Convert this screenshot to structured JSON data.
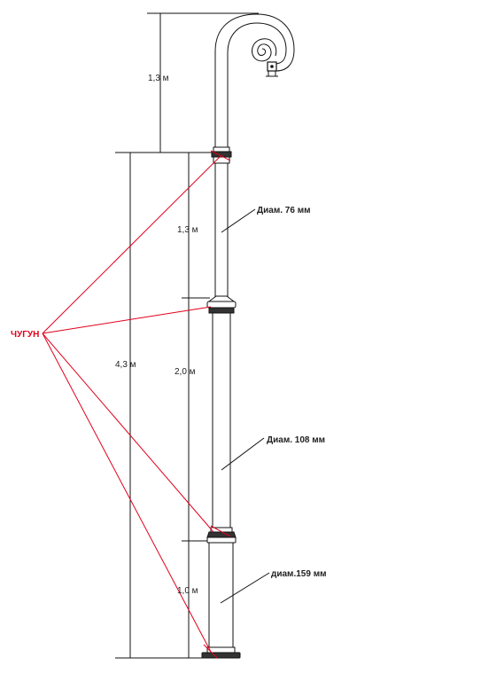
{
  "dimensions": {
    "bracket_height": "1,3 м",
    "total_height": "4,3 м",
    "upper_section": "1,3 м",
    "middle_section": "2,0 м",
    "lower_section": "1,0 м"
  },
  "callouts": {
    "upper_diameter": "Диам. 76 мм",
    "middle_diameter": "Диам. 108 мм",
    "lower_diameter": "диам.159 мм"
  },
  "material": {
    "label": "ЧУГУН",
    "color": "#e0001b"
  },
  "colors": {
    "line": "#111111",
    "material": "#e0001b"
  }
}
